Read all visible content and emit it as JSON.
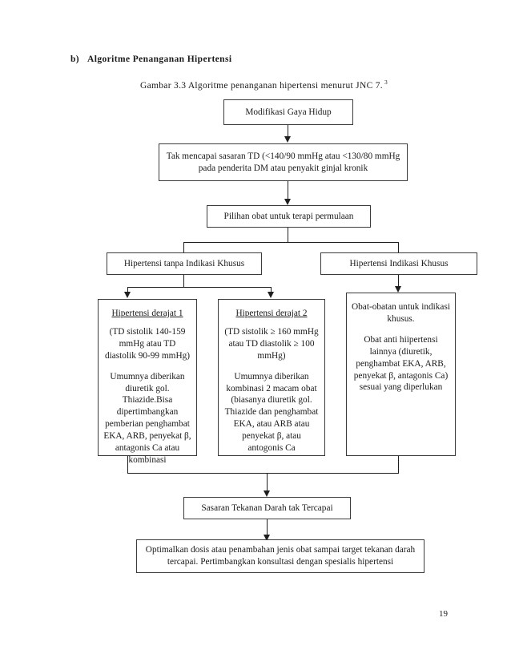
{
  "section": {
    "marker": "b)",
    "heading": "Algoritme Penanganan Hipertensi",
    "caption": "Gambar 3.3 Algoritme  penanganan  hipertensi  menurut  JNC 7.",
    "caption_superscript": "3"
  },
  "page": {
    "number": "19"
  },
  "chart_data": {
    "type": "diagram",
    "title": "Algoritme penanganan hipertensi menurut JNC 7",
    "nodes": [
      {
        "id": "n1",
        "label": "Modifikasi Gaya Hidup"
      },
      {
        "id": "n2",
        "label": "Tak mencapai sasaran TD (<140/90 mmHg atau <130/80 mmHg pada penderita DM atau penyakit ginjal kronik"
      },
      {
        "id": "n3",
        "label": "Pilihan obat untuk terapi permulaan"
      },
      {
        "id": "n4",
        "label": "Hipertensi tanpa Indikasi Khusus"
      },
      {
        "id": "n5",
        "label": "Hipertensi  Indikasi Khusus"
      },
      {
        "id": "n6",
        "title": "Hipertensi derajat 1",
        "paragraphs": [
          "(TD sistolik 140-159 mmHg atau TD diastolik 90-99 mmHg)",
          "Umumnya diberikan diuretik gol. Thiazide.Bisa dipertimbangkan pemberian penghambat EKA, ARB, penyekat β, antagonis Ca atau kombinasi"
        ]
      },
      {
        "id": "n7",
        "title": "Hipertensi derajat 2",
        "paragraphs": [
          "(TD sistolik ≥ 160 mmHg atau TD diastolik ≥ 100 mmHg)",
          "Umumnya diberikan kombinasi 2 macam obat (biasanya diuretik gol. Thiazide dan penghambat EKA, atau ARB atau penyekat β, atau antogonis Ca"
        ]
      },
      {
        "id": "n8",
        "paragraphs": [
          "Obat-obatan untuk indikasi khusus.",
          "Obat anti hiipertensi lainnya (diuretik, penghambat EKA, ARB, penyekat β, antagonis Ca) sesuai yang diperlukan"
        ]
      },
      {
        "id": "n9",
        "label": "Sasaran Tekanan Darah tak Tercapai"
      },
      {
        "id": "n10",
        "label": "Optimalkan dosis atau penambahan jenis obat sampai target tekanan darah tercapai. Pertimbangkan konsultasi dengan spesialis hipertensi"
      }
    ],
    "edges": [
      {
        "from": "n1",
        "to": "n2"
      },
      {
        "from": "n2",
        "to": "n3"
      },
      {
        "from": "n3",
        "to": "n4"
      },
      {
        "from": "n3",
        "to": "n5"
      },
      {
        "from": "n4",
        "to": "n6"
      },
      {
        "from": "n4",
        "to": "n7"
      },
      {
        "from": "n5",
        "to": "n8"
      },
      {
        "from": "n6",
        "to": "n9"
      },
      {
        "from": "n8",
        "to": "n9"
      },
      {
        "from": "n9",
        "to": "n10"
      }
    ]
  }
}
